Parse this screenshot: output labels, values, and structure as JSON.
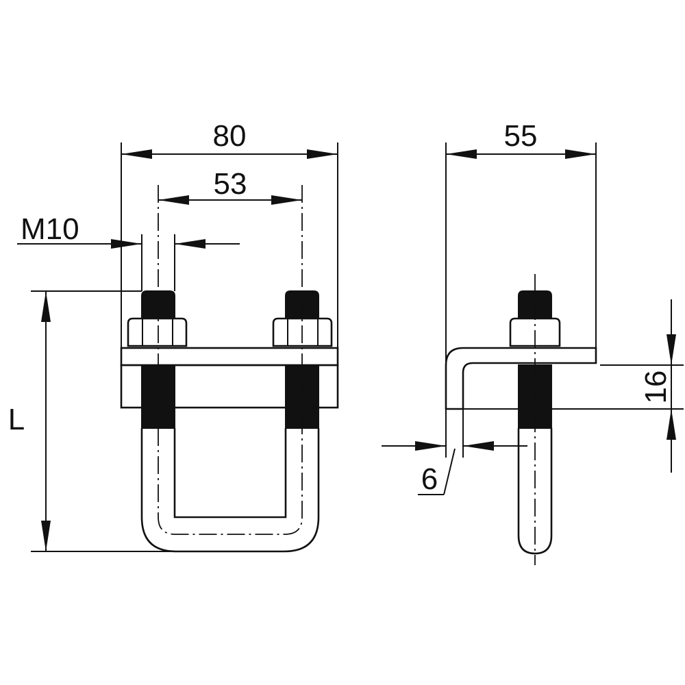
{
  "drawing": {
    "front_view": {
      "dim_overall_width": "80",
      "dim_bolt_spacing": "53",
      "dim_thread": "M10",
      "dim_length": "L"
    },
    "side_view": {
      "dim_depth": "55",
      "dim_height": "16",
      "dim_thickness": "6"
    }
  }
}
